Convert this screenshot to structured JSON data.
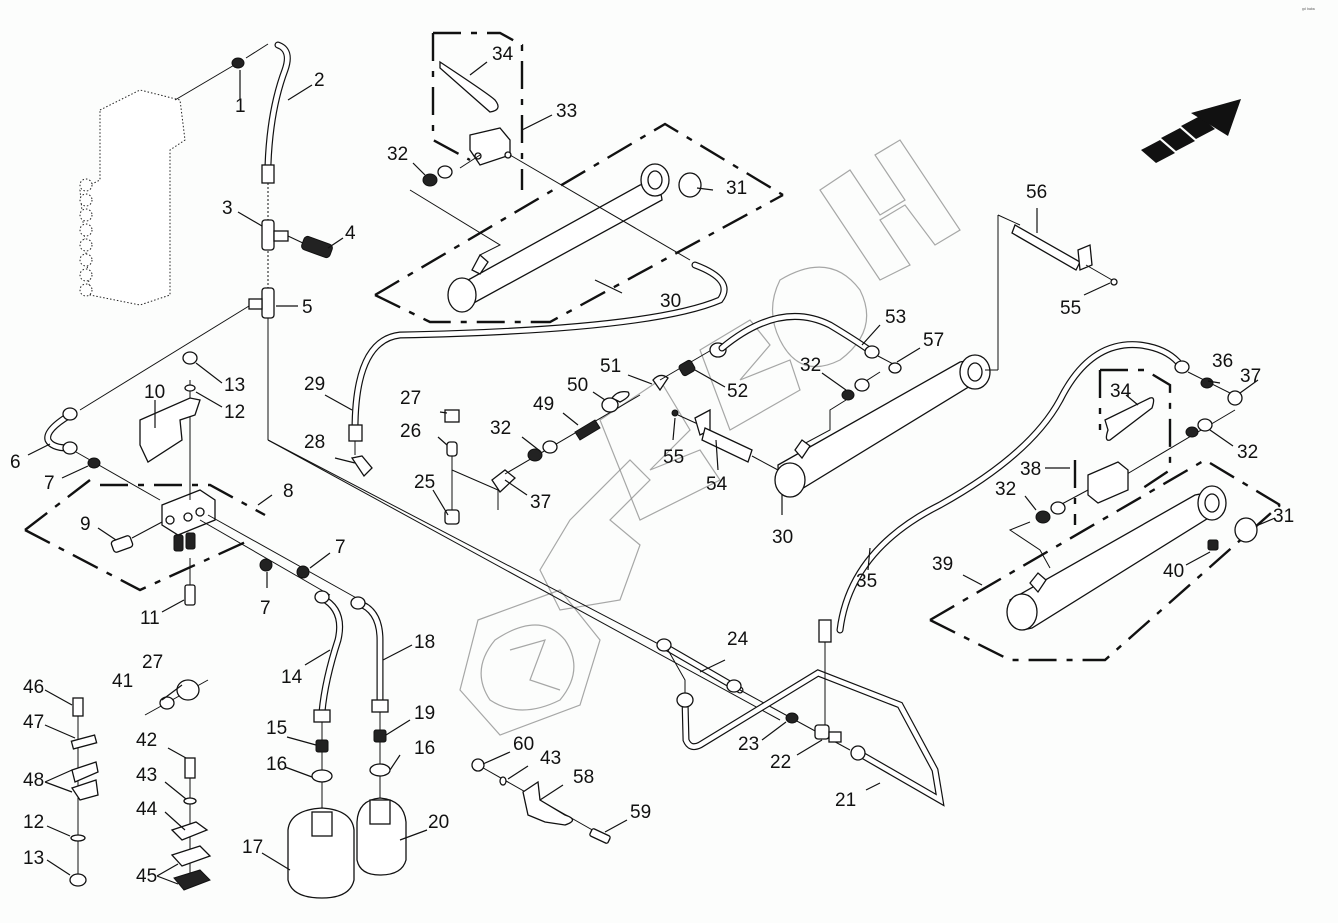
{
  "diagram": {
    "title": "Hydraulic system exploded parts diagram",
    "corner_mark": "ᵍᵈ ᵇᵃᵇᵃ",
    "watermark_text": "БИЗОН",
    "direction_arrow": "forward-direction-arrow",
    "colors": {
      "background": "#fcfdfc",
      "lines": "#111111",
      "watermark": "#8a8a8a"
    },
    "callouts": [
      {
        "id": "c1",
        "label": "1"
      },
      {
        "id": "c2",
        "label": "2"
      },
      {
        "id": "c3",
        "label": "3"
      },
      {
        "id": "c4",
        "label": "4"
      },
      {
        "id": "c5",
        "label": "5"
      },
      {
        "id": "c6",
        "label": "6"
      },
      {
        "id": "c7a",
        "label": "7"
      },
      {
        "id": "c7b",
        "label": "7"
      },
      {
        "id": "c7c",
        "label": "7"
      },
      {
        "id": "c8",
        "label": "8"
      },
      {
        "id": "c9",
        "label": "9"
      },
      {
        "id": "c10",
        "label": "10"
      },
      {
        "id": "c11",
        "label": "11"
      },
      {
        "id": "c12a",
        "label": "12"
      },
      {
        "id": "c12b",
        "label": "12"
      },
      {
        "id": "c13a",
        "label": "13"
      },
      {
        "id": "c13b",
        "label": "13"
      },
      {
        "id": "c14",
        "label": "14"
      },
      {
        "id": "c15",
        "label": "15"
      },
      {
        "id": "c16a",
        "label": "16"
      },
      {
        "id": "c16b",
        "label": "16"
      },
      {
        "id": "c17",
        "label": "17"
      },
      {
        "id": "c18",
        "label": "18"
      },
      {
        "id": "c19",
        "label": "19"
      },
      {
        "id": "c20",
        "label": "20"
      },
      {
        "id": "c21",
        "label": "21"
      },
      {
        "id": "c22",
        "label": "22"
      },
      {
        "id": "c23",
        "label": "23"
      },
      {
        "id": "c24",
        "label": "24"
      },
      {
        "id": "c25",
        "label": "25"
      },
      {
        "id": "c26",
        "label": "26"
      },
      {
        "id": "c27a",
        "label": "27"
      },
      {
        "id": "c27b",
        "label": "27"
      },
      {
        "id": "c28",
        "label": "28"
      },
      {
        "id": "c29",
        "label": "29"
      },
      {
        "id": "c30a",
        "label": "30"
      },
      {
        "id": "c30b",
        "label": "30"
      },
      {
        "id": "c31a",
        "label": "31"
      },
      {
        "id": "c31b",
        "label": "31"
      },
      {
        "id": "c32a",
        "label": "32"
      },
      {
        "id": "c32b",
        "label": "32"
      },
      {
        "id": "c32c",
        "label": "32"
      },
      {
        "id": "c32d",
        "label": "32"
      },
      {
        "id": "c32e",
        "label": "32"
      },
      {
        "id": "c33",
        "label": "33"
      },
      {
        "id": "c34a",
        "label": "34"
      },
      {
        "id": "c34b",
        "label": "34"
      },
      {
        "id": "c35",
        "label": "35"
      },
      {
        "id": "c36",
        "label": "36"
      },
      {
        "id": "c37a",
        "label": "37"
      },
      {
        "id": "c37b",
        "label": "37"
      },
      {
        "id": "c38",
        "label": "38"
      },
      {
        "id": "c39",
        "label": "39"
      },
      {
        "id": "c40",
        "label": "40"
      },
      {
        "id": "c41",
        "label": "41"
      },
      {
        "id": "c42",
        "label": "42"
      },
      {
        "id": "c43a",
        "label": "43"
      },
      {
        "id": "c43b",
        "label": "43"
      },
      {
        "id": "c44",
        "label": "44"
      },
      {
        "id": "c45",
        "label": "45"
      },
      {
        "id": "c46",
        "label": "46"
      },
      {
        "id": "c47",
        "label": "47"
      },
      {
        "id": "c48",
        "label": "48"
      },
      {
        "id": "c49",
        "label": "49"
      },
      {
        "id": "c50",
        "label": "50"
      },
      {
        "id": "c51",
        "label": "51"
      },
      {
        "id": "c52",
        "label": "52"
      },
      {
        "id": "c53",
        "label": "53"
      },
      {
        "id": "c54",
        "label": "54"
      },
      {
        "id": "c55a",
        "label": "55"
      },
      {
        "id": "c55b",
        "label": "55"
      },
      {
        "id": "c56",
        "label": "56"
      },
      {
        "id": "c57",
        "label": "57"
      },
      {
        "id": "c58",
        "label": "58"
      },
      {
        "id": "c59",
        "label": "59"
      },
      {
        "id": "c60",
        "label": "60"
      }
    ]
  }
}
